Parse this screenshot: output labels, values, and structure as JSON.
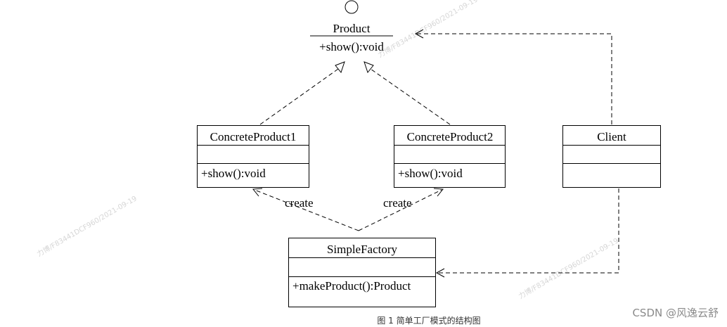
{
  "interface": {
    "name": "Product",
    "operation": "+show():void"
  },
  "classes": [
    {
      "id": "concrete-product-1",
      "name": "ConcreteProduct1",
      "attributes": "",
      "operation": "+show():void"
    },
    {
      "id": "concrete-product-2",
      "name": "ConcreteProduct2",
      "attributes": "",
      "operation": "+show():void"
    },
    {
      "id": "client",
      "name": "Client",
      "attributes": "",
      "operation": ""
    },
    {
      "id": "simple-factory",
      "name": "SimpleFactory",
      "attributes": "",
      "operation": "+makeProduct():Product"
    }
  ],
  "relations": {
    "create_label_1": "create",
    "create_label_2": "create"
  },
  "caption": "图 1 简单工厂模式的结构图",
  "brand": "CSDN @风逸云舒",
  "watermark": "力博/F83441DCF960/2021-09-19"
}
